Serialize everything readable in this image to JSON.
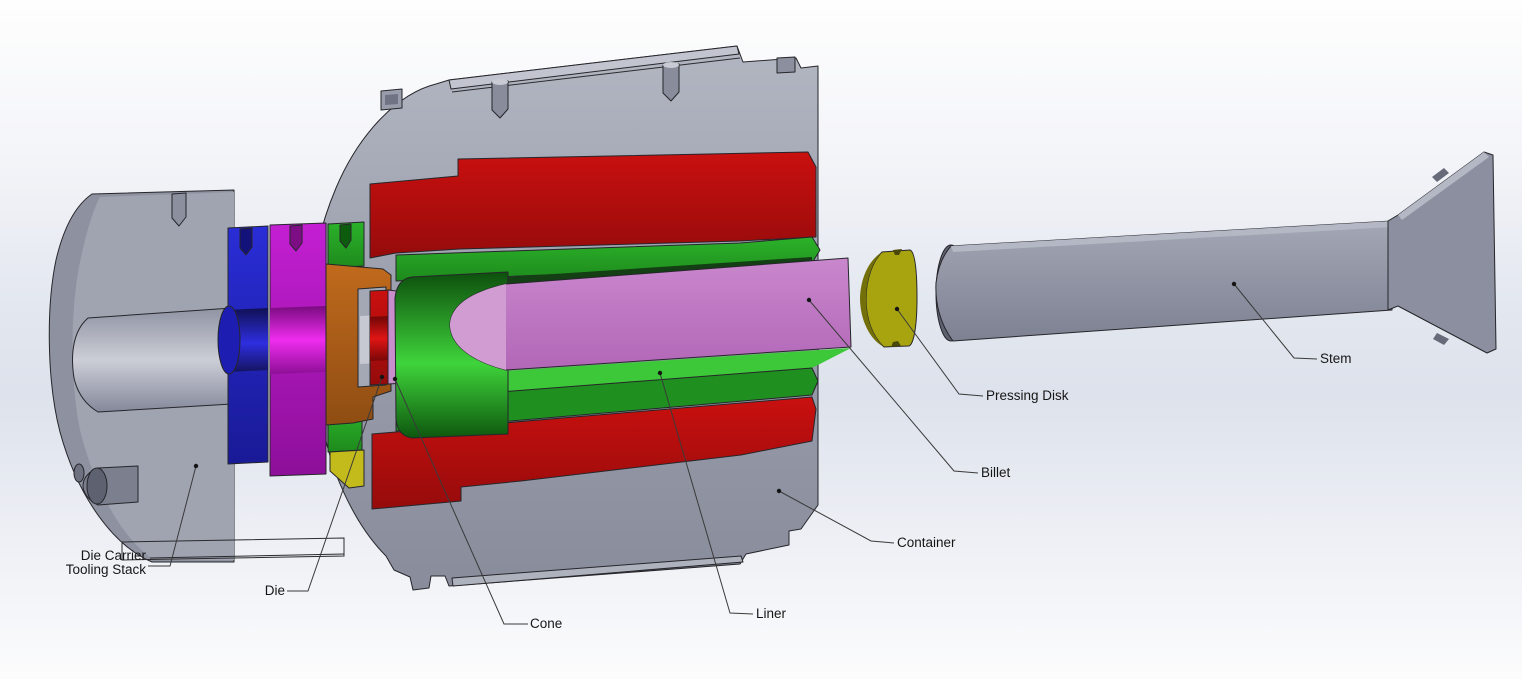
{
  "viewport": {
    "app_context": "3D CAD viewport",
    "view": "exploded cross-section of extrusion press tooling assembly",
    "background": {
      "top": "#fefefe",
      "middle": "#dde2ec",
      "bottom": "#fcfcfd"
    }
  },
  "callouts": {
    "die_carrier": {
      "line1": "Die Carrier",
      "line2": "Tooling Stack"
    },
    "die": {
      "label": "Die"
    },
    "cone": {
      "label": "Cone"
    },
    "liner": {
      "label": "Liner"
    },
    "container": {
      "label": "Container"
    },
    "billet": {
      "label": "Billet"
    },
    "pressing_disk": {
      "label": "Pressing Disk"
    },
    "stem": {
      "label": "Stem"
    }
  },
  "parts": [
    {
      "name": "Die Carrier Tooling Stack",
      "color": "#9ca0ae"
    },
    {
      "name": "Die",
      "color": "#c60f0f"
    },
    {
      "name": "Cone",
      "color": "#c98fcc"
    },
    {
      "name": "Liner",
      "color": "#2eb32b"
    },
    {
      "name": "Container",
      "color": "#9a9eac"
    },
    {
      "name": "Billet",
      "color": "#bd77c0"
    },
    {
      "name": "Pressing Disk",
      "color": "#a8a410"
    },
    {
      "name": "Stem",
      "color": "#8e92a2"
    }
  ],
  "unlabeled_ring_colors": [
    "#2326c9",
    "#bb1ccc",
    "#28a828",
    "#b4651f",
    "#c3bb1b",
    "#c60f0f"
  ]
}
